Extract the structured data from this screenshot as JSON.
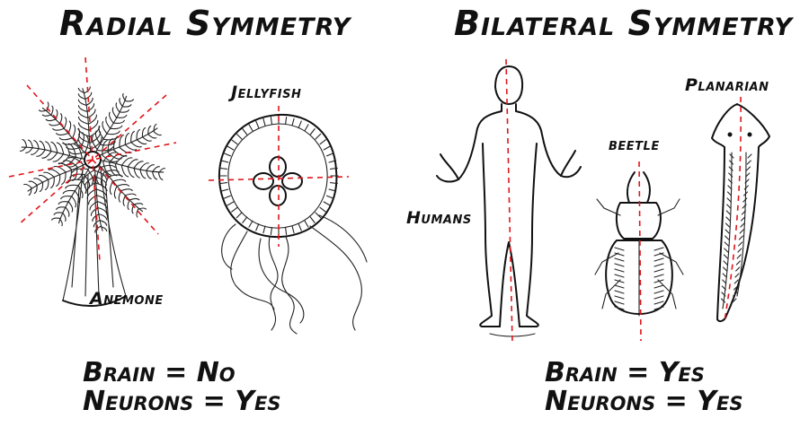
{
  "colors": {
    "ink": "#111111",
    "axis": "#e0161b",
    "background": "#ffffff"
  },
  "titles": {
    "radial": "Radial Symmetry",
    "bilateral": "Bilateral Symmetry"
  },
  "labels": {
    "anemone": "Anemone",
    "jellyfish": "Jellyfish",
    "humans": "Humans",
    "beetle": "beetle",
    "planarian": "Planarian"
  },
  "summary": {
    "radial": {
      "brain": "Brain = No",
      "neurons": "Neurons = Yes"
    },
    "bilateral": {
      "brain": "Brain = Yes",
      "neurons": "Neurons = Yes"
    }
  }
}
